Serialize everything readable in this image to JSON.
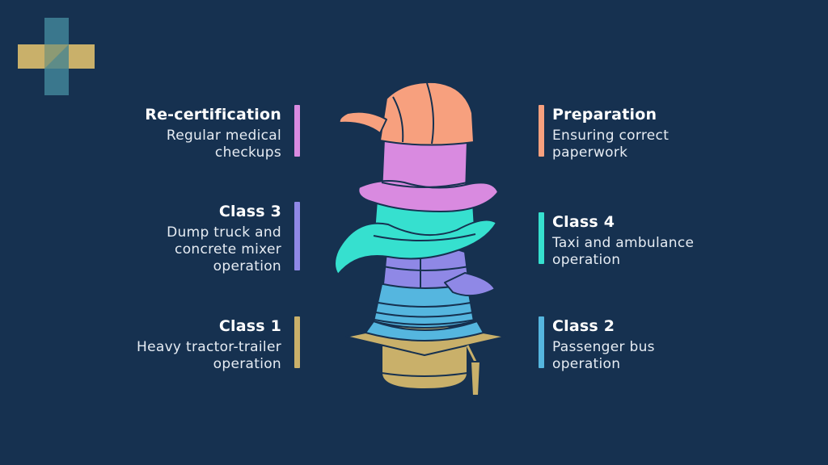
{
  "colors": {
    "background": "#163150",
    "pink": "#d98ae0",
    "violet": "#8f88e6",
    "gold": "#c9b06a",
    "salmon": "#f7a07e",
    "teal": "#36e0cf",
    "sky": "#55b6df"
  },
  "logo": {
    "icon": "plus-cross-logo"
  },
  "left_items": [
    {
      "title": "Re-certification",
      "lines": [
        "Regular medical",
        "checkups"
      ],
      "color": "#d98ae0"
    },
    {
      "title": "Class 3",
      "lines": [
        "Dump truck and",
        "concrete mixer",
        "operation"
      ],
      "color": "#8f88e6"
    },
    {
      "title": "Class 1",
      "lines": [
        "Heavy tractor-trailer",
        "operation"
      ],
      "color": "#c9b06a"
    }
  ],
  "right_items": [
    {
      "title": "Preparation",
      "lines": [
        "Ensuring correct",
        "paperwork"
      ],
      "color": "#f7a07e"
    },
    {
      "title": "Class 4",
      "lines": [
        "Taxi and ambulance",
        "operation"
      ],
      "color": "#36e0cf"
    },
    {
      "title": "Class 2",
      "lines": [
        "Passenger bus",
        "operation"
      ],
      "color": "#55b6df"
    }
  ],
  "illustration": {
    "icon": "stacked-hats-illustration"
  }
}
